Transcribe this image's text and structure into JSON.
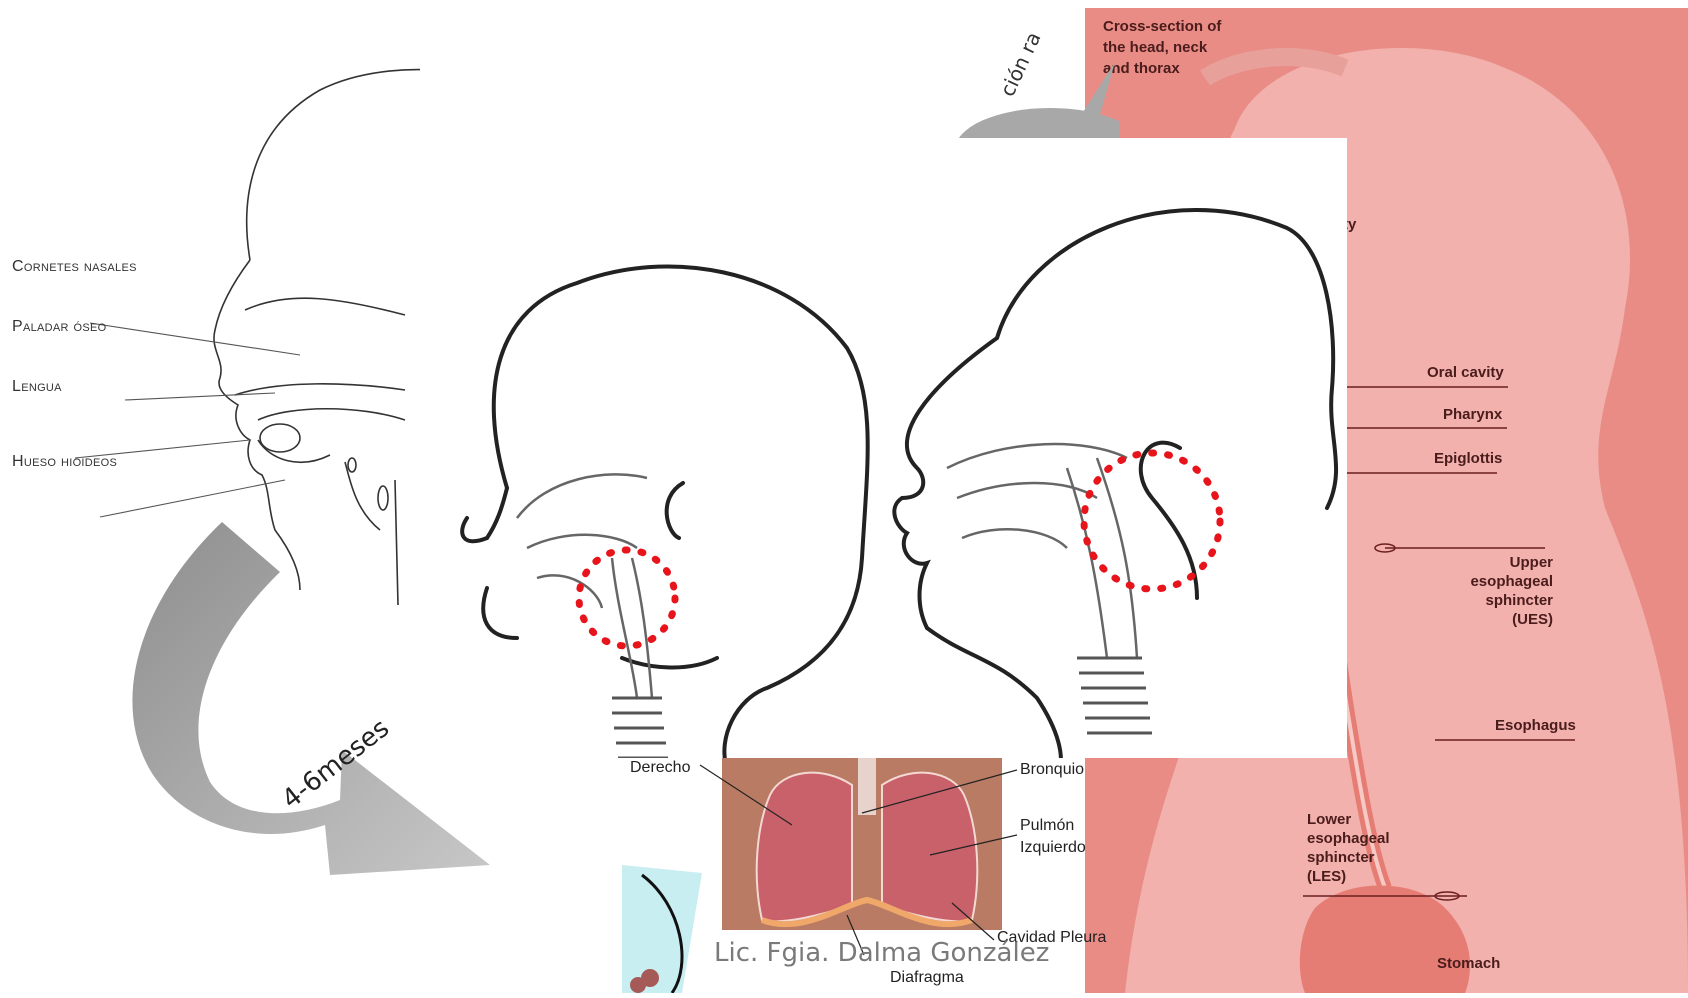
{
  "left_figure": {
    "labels": [
      "Cornetes nasales",
      "Paladar óseo",
      "Lengua",
      "Hueso hioideos"
    ]
  },
  "digestive_figure": {
    "title_lines": [
      "Cross-section of",
      "the head, neck",
      "and thorax"
    ],
    "partial_label": "ty",
    "labels": {
      "oral_cavity": "Oral cavity",
      "pharynx": "Pharynx",
      "epiglottis": "Epiglottis",
      "ues": [
        "Upper",
        "esophageal",
        "sphincter",
        "(UES)"
      ],
      "esophagus": "Esophagus",
      "les": [
        "Lower",
        "esophageal",
        "sphincter",
        "(LES)"
      ],
      "stomach": "Stomach"
    },
    "colors": {
      "outer": "#e98c86",
      "body": "#f2b1ac",
      "organ": "#e67d75"
    }
  },
  "callout_text": "ción ra",
  "lungs_figure": {
    "labels": {
      "left_side": "Derecho",
      "bronchus": "Bronquio",
      "left_lung": [
        "Pulmón",
        "Izquierdo"
      ],
      "pleura": "Cavidad Pleura",
      "diaphragm": "Diafragma"
    }
  },
  "arrow": {
    "label": "4-6meses",
    "color": "#a8a8a8"
  },
  "highlight_color": "#e8141c",
  "footer": "Lic. Fgia. Dalma González"
}
